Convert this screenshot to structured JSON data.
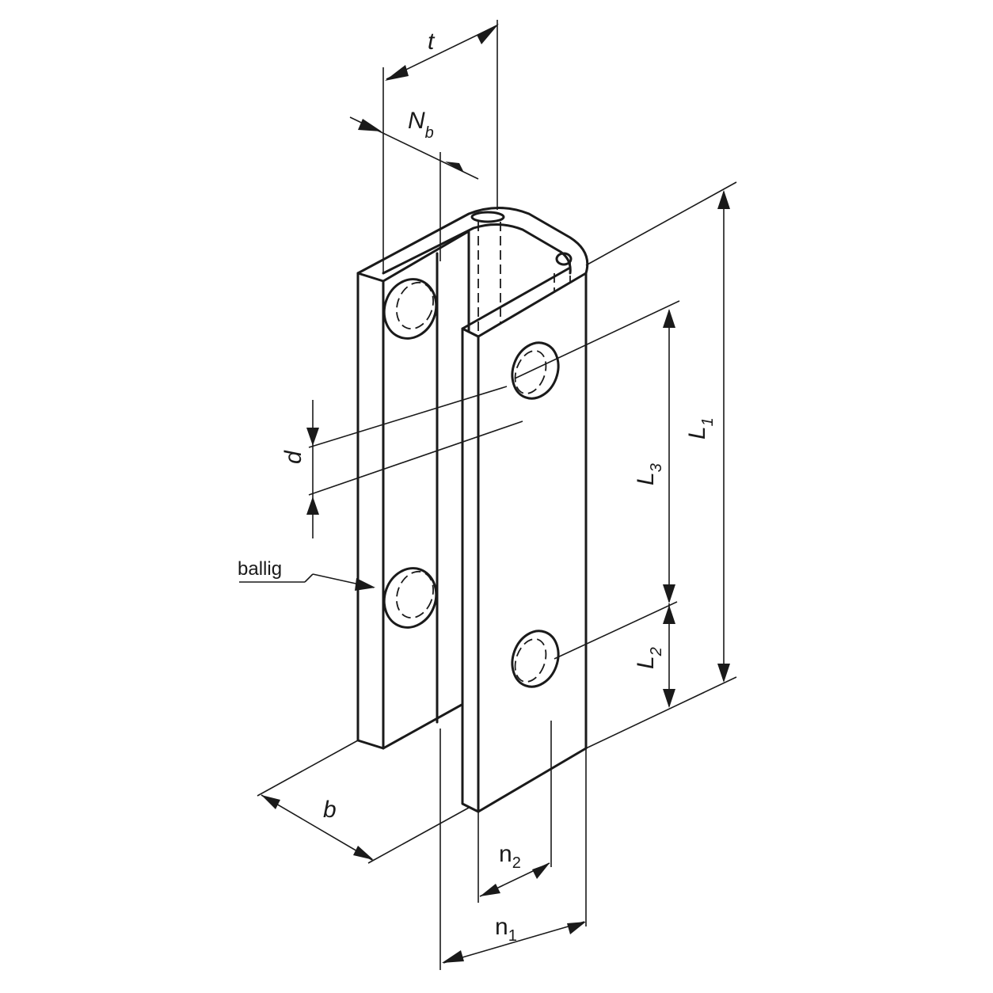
{
  "labels": {
    "t": "t",
    "Nb": "N",
    "Nb_sub": "b",
    "d": "d",
    "ballig": "ballig",
    "b": "b",
    "L1": "L",
    "L1_sub": "1",
    "L2": "L",
    "L2_sub": "2",
    "L3": "L",
    "L3_sub": "3",
    "n1": "n",
    "n1_sub": "1",
    "n2": "n",
    "n2_sub": "2"
  },
  "colors": {
    "line": "#1a1a1a",
    "background": "#ffffff"
  }
}
